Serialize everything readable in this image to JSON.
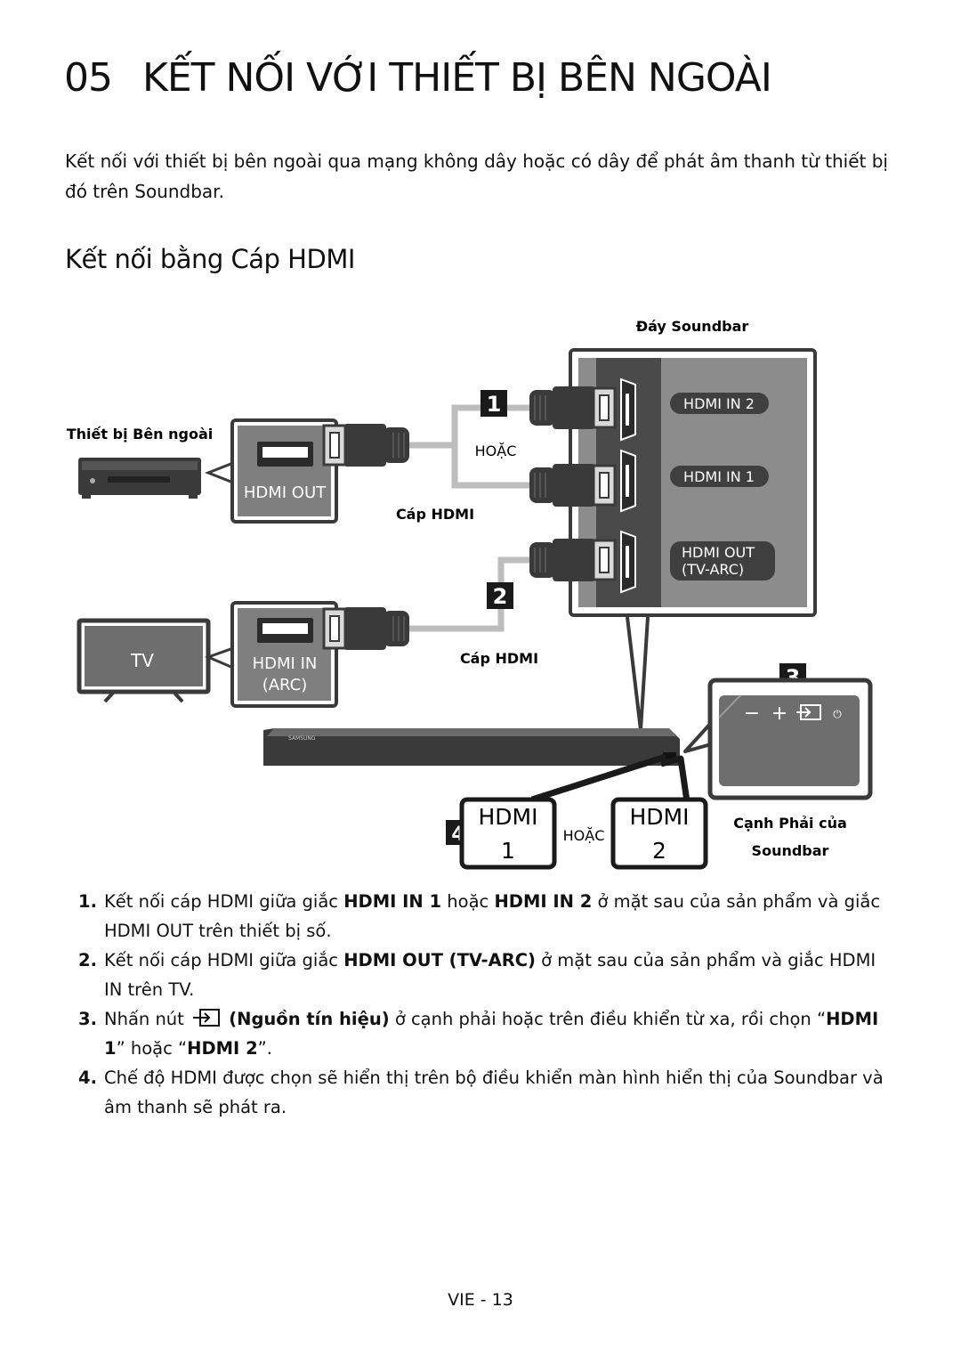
{
  "chapter": {
    "number": "05",
    "title": "KẾT NỐI VỚI THIẾT BỊ BÊN NGOÀI"
  },
  "intro": "Kết nối với thiết bị bên ngoài qua mạng không dây hoặc có dây để phát âm thanh từ thiết bị đó trên Soundbar.",
  "section_title": "Kết nối bằng Cáp HDMI",
  "diagram": {
    "soundbar_bottom_label": "Đáy Soundbar",
    "external_device_label": "Thiết bị Bên ngoài",
    "hdmi_out_label": "HDMI OUT",
    "or_label": "HOẶC",
    "hdmi_cable_label": "Cáp HDMI",
    "port_hdmi_in_2": "HDMI IN 2",
    "port_hdmi_in_1": "HDMI IN 1",
    "port_hdmi_out_line1": "HDMI OUT",
    "port_hdmi_out_line2": "(TV-ARC)",
    "tv_label": "TV",
    "hdmi_in_line1": "HDMI IN",
    "hdmi_in_line2": "(ARC)",
    "soundbar_brand": "SAMSUNG",
    "right_side_line1": "Cạnh Phải của",
    "right_side_line2": "Soundbar",
    "display_hdmi": "HDMI",
    "display_1": "1",
    "display_2": "2",
    "step_markers": [
      "1",
      "2",
      "3",
      "4"
    ],
    "panel_buttons": [
      "−",
      "+",
      "⏻"
    ]
  },
  "steps": [
    {
      "n": "1.",
      "parts": [
        {
          "t": "Kết nối cáp HDMI giữa giắc "
        },
        {
          "t": "HDMI IN 1",
          "b": true
        },
        {
          "t": " hoặc "
        },
        {
          "t": "HDMI IN 2",
          "b": true
        },
        {
          "t": "  ở mặt sau của sản phẩm và giắc HDMI OUT trên thiết bị số."
        }
      ]
    },
    {
      "n": "2.",
      "parts": [
        {
          "t": "Kết nối cáp HDMI giữa giắc "
        },
        {
          "t": "HDMI OUT (TV-ARC)",
          "b": true
        },
        {
          "t": " ở mặt sau của sản phẩm và giắc HDMI IN trên TV."
        }
      ]
    },
    {
      "n": "3.",
      "parts": [
        {
          "t": "Nhấn nút "
        },
        {
          "icon": "source-icon"
        },
        {
          "t": " "
        },
        {
          "t": "(Nguồn tín hiệu)",
          "b": true
        },
        {
          "t": " ở cạnh phải hoặc trên điều khiển từ xa, rồi chọn “"
        },
        {
          "t": "HDMI 1",
          "b": true
        },
        {
          "t": "” hoặc “"
        },
        {
          "t": "HDMI 2",
          "b": true
        },
        {
          "t": "”."
        }
      ]
    },
    {
      "n": "4.",
      "parts": [
        {
          "t": "Chế độ HDMI được chọn sẽ hiển thị trên bộ điều khiển màn hình hiển thị của Soundbar và âm thanh sẽ phát ra."
        }
      ]
    }
  ],
  "footer": "VIE - 13",
  "colors": {
    "panel": "#8c8c8c",
    "panel_dark": "#4a4a4a",
    "cable": "#bdbdbd",
    "plug": "#3a3a3a",
    "port_pill": "#3f3f3f"
  }
}
